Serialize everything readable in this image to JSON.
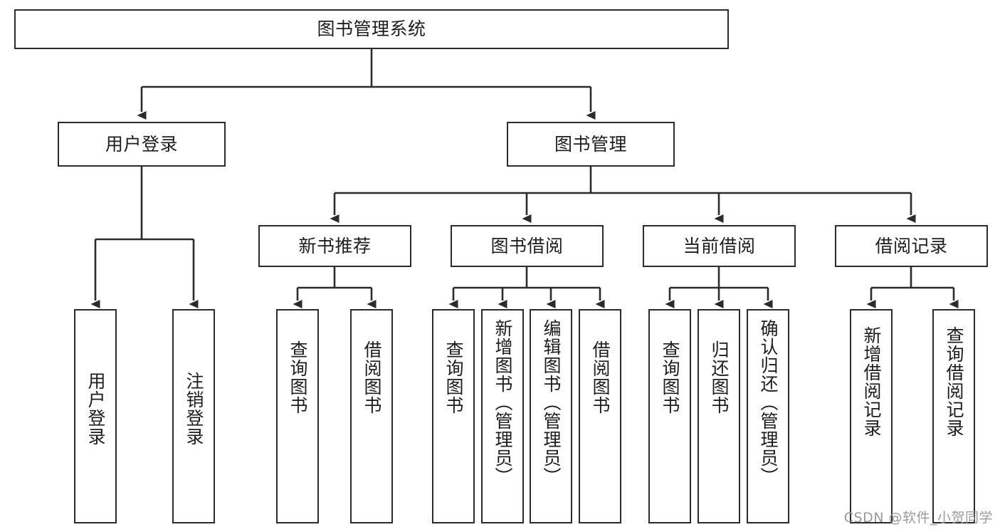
{
  "diagram": {
    "title": "图书管理系统",
    "watermark": "CSDN @软件_小贺同学",
    "line_color": "#2b2b2b",
    "box_fill": "#ffffff",
    "text_color": "#1d1d1d",
    "watermark_color": "#9a9a9a",
    "root": {
      "label": "图书管理系统"
    },
    "level2": [
      {
        "label": "用户登录"
      },
      {
        "label": "图书管理"
      }
    ],
    "level3": [
      {
        "label": "新书推荐"
      },
      {
        "label": "图书借阅"
      },
      {
        "label": "当前借阅"
      },
      {
        "label": "借阅记录"
      }
    ],
    "leaves": {
      "user_login": [
        {
          "label": "用户登录"
        },
        {
          "label": "注销登录"
        }
      ],
      "new_book_recommend": [
        {
          "label": "查询图书"
        },
        {
          "label": "借阅图书"
        }
      ],
      "book_borrow": [
        {
          "label": "查询图书"
        },
        {
          "label": "新增图书（管理员）"
        },
        {
          "label": "编辑图书（管理员）"
        },
        {
          "label": "借阅图书"
        }
      ],
      "current_borrow": [
        {
          "label": "查询图书"
        },
        {
          "label": "归还图书"
        },
        {
          "label": "确认归还（管理员）"
        }
      ],
      "borrow_record": [
        {
          "label": "新增借阅记录"
        },
        {
          "label": "查询借阅记录"
        }
      ]
    }
  }
}
